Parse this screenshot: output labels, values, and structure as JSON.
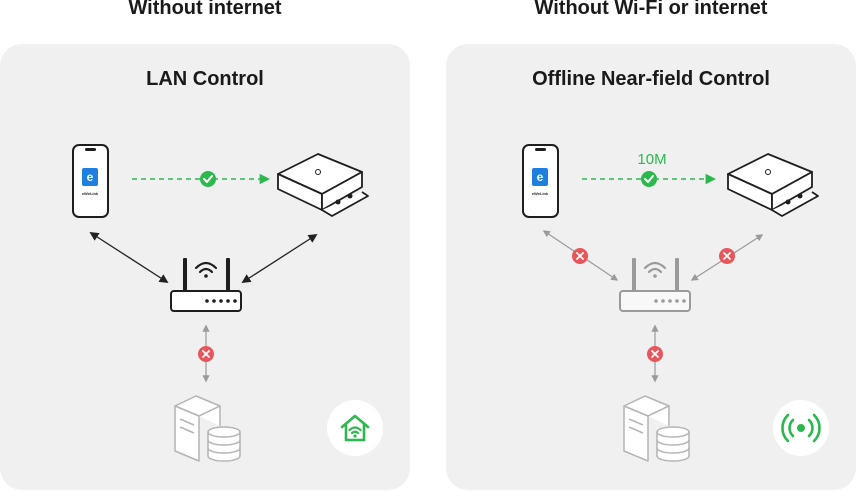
{
  "sections": [
    {
      "heading": "Without internet",
      "panel_title": "LAN Control",
      "app_name": "eWeLink",
      "app_letter": "e"
    },
    {
      "heading": "Without Wi-Fi or internet",
      "panel_title": "Offline Near-field Control",
      "app_name": "eWeLink",
      "app_letter": "e",
      "distance_label": "10M"
    }
  ],
  "colors": {
    "ok_green": "#2db84d",
    "error_red": "#e8555a",
    "app_blue": "#1d7fe0",
    "panel_bg": "#f0f0f0"
  },
  "icons": [
    "smartphone-icon",
    "smart-device-icon",
    "router-icon",
    "server-database-icon",
    "smart-home-icon",
    "near-field-signal-icon",
    "check-icon",
    "error-x-icon"
  ]
}
